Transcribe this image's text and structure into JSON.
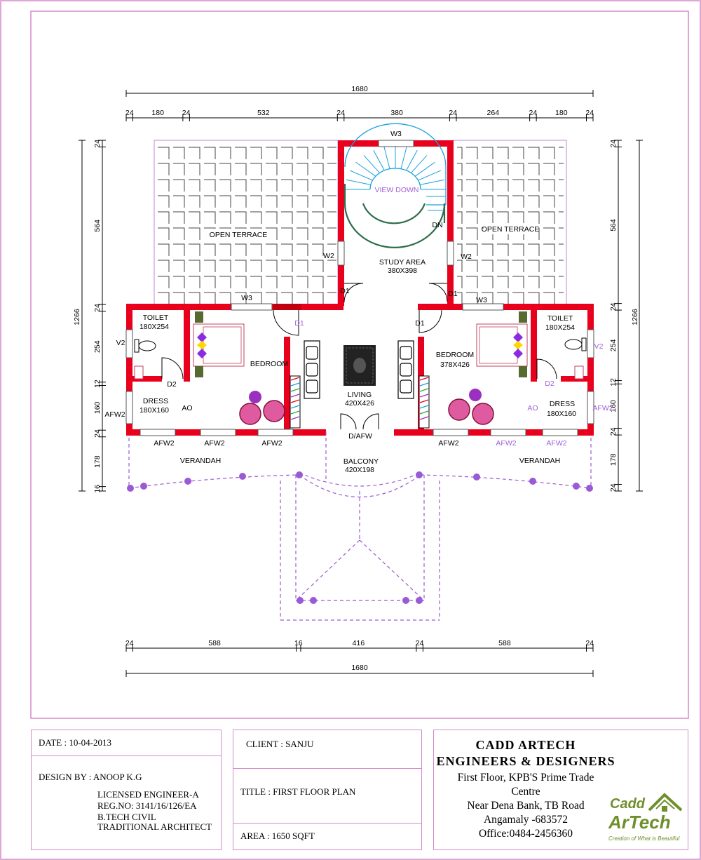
{
  "drawing": {
    "dimensions": {
      "top_total": "1680",
      "top_segments": [
        "24",
        "180",
        "24",
        "532",
        "24",
        "380",
        "24",
        "264",
        "24",
        "180",
        "24"
      ],
      "bottom_total": "1680",
      "bottom_segments": [
        "24",
        "588",
        "16",
        "416",
        "24",
        "588",
        "24"
      ],
      "left_total": "1266",
      "left_segments": [
        "24",
        "564",
        "24",
        "254",
        "12",
        "160",
        "24",
        "178",
        "16"
      ],
      "right_total": "1266",
      "right_segments": [
        "24",
        "564",
        "24",
        "254",
        "12",
        "160",
        "24",
        "178",
        "24"
      ]
    },
    "rooms": {
      "open_terrace_left": "OPEN TERRACE",
      "open_terrace_right": "OPEN TERRACE",
      "stair_label": "VIEW DOWN",
      "stair_dn": "DN",
      "study_name": "STUDY AREA",
      "study_size": "380X398",
      "toilet_left_name": "TOILET",
      "toilet_left_size": "180X254",
      "toilet_right_name": "TOILET",
      "toilet_right_size": "180X254",
      "bedroom_left_name": "BEDROOM",
      "bedroom_right_name": "BEDROOM",
      "bedroom_right_size": "378X426",
      "living_name": "LIVING",
      "living_size": "420X426",
      "dress_left_name": "DRESS",
      "dress_left_size": "180X160",
      "dress_right_name": "DRESS",
      "dress_right_size": "180X160",
      "ao_left": "AO",
      "ao_right": "AO",
      "verandah_left": "VERANDAH",
      "verandah_right": "VERANDAH",
      "balcony_name": "BALCONY",
      "balcony_size": "420X198"
    },
    "openings": {
      "w3_top": "W3",
      "w2_left": "W2",
      "w2_right": "W2",
      "w3_left": "W3",
      "w3_right": "W3",
      "d1_study_left": "D1",
      "d1_study_right": "D1",
      "d1_bed_left": "D1",
      "d1_bed_right": "D1",
      "v2_left": "V2",
      "v2_right": "V2",
      "d2_left": "D2",
      "d2_right": "D2",
      "afw2_side_left": "AFW2",
      "afw2_side_right": "AFW2",
      "afw2_b1": "AFW2",
      "afw2_b2": "AFW2",
      "afw2_b3": "AFW2",
      "afw2_b4": "AFW2",
      "afw2_b5": "AFW2",
      "afw2_b6": "AFW2",
      "dafw": "D/AFW"
    }
  },
  "title_block": {
    "date": "DATE : 10-04-2013",
    "design_by": "DESIGN BY : ANOOP K.G",
    "engineer_lines": [
      "LICENSED ENGINEER-A",
      "REG.NO: 3141/16/126/EA",
      "B.TECH CIVIL",
      "TRADITIONAL ARCHITECT"
    ],
    "client": "CLIENT : SANJU",
    "title": "TITLE : FIRST  FLOOR PLAN",
    "area": "AREA : 1650 SQFT"
  },
  "firm": {
    "name_line1": "CADD ARTECH",
    "name_line2": "ENGINEERS & DESIGNERS",
    "address_lines": [
      "First Floor, KPB'S Prime Trade",
      "Centre",
      "Near Dena Bank, TB Road",
      "Angamaly -683572",
      "Office:0484-2456360"
    ],
    "logo_word1": "Cadd",
    "logo_word2": "ArTech",
    "logo_tagline": "Creation of What is Beautiful"
  },
  "colors": {
    "wall": "#e8001c",
    "frame": "#d68ac8",
    "stair": "#1aa0e0",
    "verandah": "#9b59d6"
  }
}
